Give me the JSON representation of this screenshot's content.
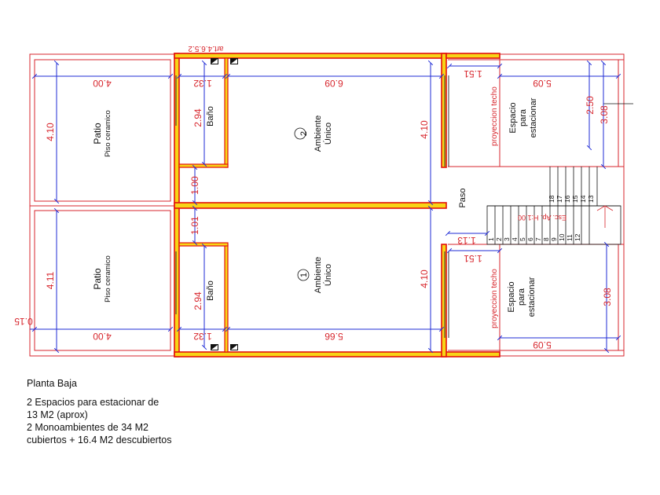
{
  "plan": {
    "ref_label": "art.4.6.5.2",
    "unit_top": {
      "number": "2",
      "room_name": "Ambiente",
      "room_sub": "Único",
      "bath_label": "Baño",
      "patio_label": "Patio",
      "patio_sub": "Piso ceramico",
      "parking_label_1": "Espacio",
      "parking_label_2": "para",
      "parking_label_3": "estacionar",
      "roof_projection": "proyeccion  techo"
    },
    "unit_bottom": {
      "number": "1",
      "room_name": "Ambiente",
      "room_sub": "Único",
      "bath_label": "Baño",
      "patio_label": "Patio",
      "patio_sub": "Piso ceramico",
      "parking_label_1": "Espacio",
      "parking_label_2": "para",
      "parking_label_3": "estacionar",
      "roof_projection": "proyeccion  techo"
    },
    "passage_label": "Paso",
    "stair_label": "Esc. Ap. H:1.00",
    "stair_steps_upper": [
      "18",
      "17",
      "16",
      "15",
      "14",
      "13"
    ],
    "stair_steps_lower": [
      "1",
      "2",
      "3",
      "4",
      "5",
      "6",
      "7",
      "8",
      "9",
      "10",
      "11",
      "12"
    ],
    "dims": {
      "patio_w_top": "4.00",
      "patio_w_bottom": "4.00",
      "patio_h_top": "4.10",
      "patio_h_bottom": "4.11",
      "bath_w_top": "1.32",
      "bath_w_bottom": "1.32",
      "bath_h_top": "2.94",
      "bath_h_bottom": "2.94",
      "room_w_top": "6.09",
      "room_w_bottom": "5.66",
      "room_h_top": "4.10",
      "room_h_bottom": "4.10",
      "wall_gap_1": "1.00",
      "wall_gap_2": "1.01",
      "offset_left": "0.15",
      "parking_w_top": "5.09",
      "parking_w_bottom": "5.09",
      "parking_h_top_a": "2.50",
      "parking_h_top_b": "3.08",
      "parking_h_bottom": "3.08",
      "entry_top": "1.51",
      "entry_bottom": "1.51",
      "passage_w": "1.13"
    }
  },
  "notes": {
    "title": "Planta Baja",
    "lines": [
      "2 Espacios para estacionar de",
      "13 M2 (aprox)",
      "2 Monoambientes de 34 M2",
      "cubiertos + 16.4 M2 descubiertos"
    ]
  }
}
